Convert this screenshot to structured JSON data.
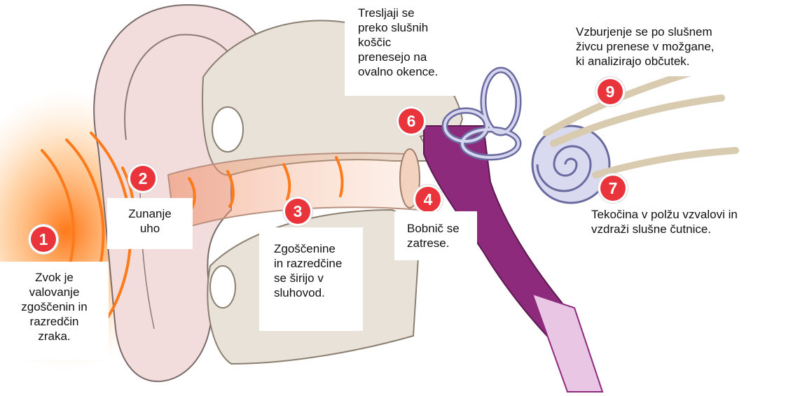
{
  "colors": {
    "badge": "#e8343a",
    "skin": "#f2dcdc",
    "bone": "#e9e2d8",
    "purple": "#8e2a7c",
    "wave": "#ff7a1a"
  },
  "badges": [
    {
      "number": "1"
    },
    {
      "number": "2"
    },
    {
      "number": "3"
    },
    {
      "number": "4"
    },
    {
      "number": "6"
    },
    {
      "number": "7"
    },
    {
      "number": "9"
    }
  ],
  "labels": {
    "sound_wave": "Zvok je\nvalovanje\nzgoščenin in\nrazredčin\nzraka.",
    "outer_ear": "Zunanje\nuho",
    "canal": "Zgoščenine\nin razredčine\nse širijo v\nsluhovod.",
    "eardrum": "Bobnič se\nzatrese.",
    "ossicles": "Tresljaji se\npreko slušnih\nkoščic\nprenesejo na\novalno okence.",
    "cochlea": "Tekočina v polžu vzvalovi in\nvzdraži slušne čutnice.",
    "nerve": "Vzburjenje se po slušnem\nživcu prenese v možgane,\nki analizirajo občutek."
  }
}
